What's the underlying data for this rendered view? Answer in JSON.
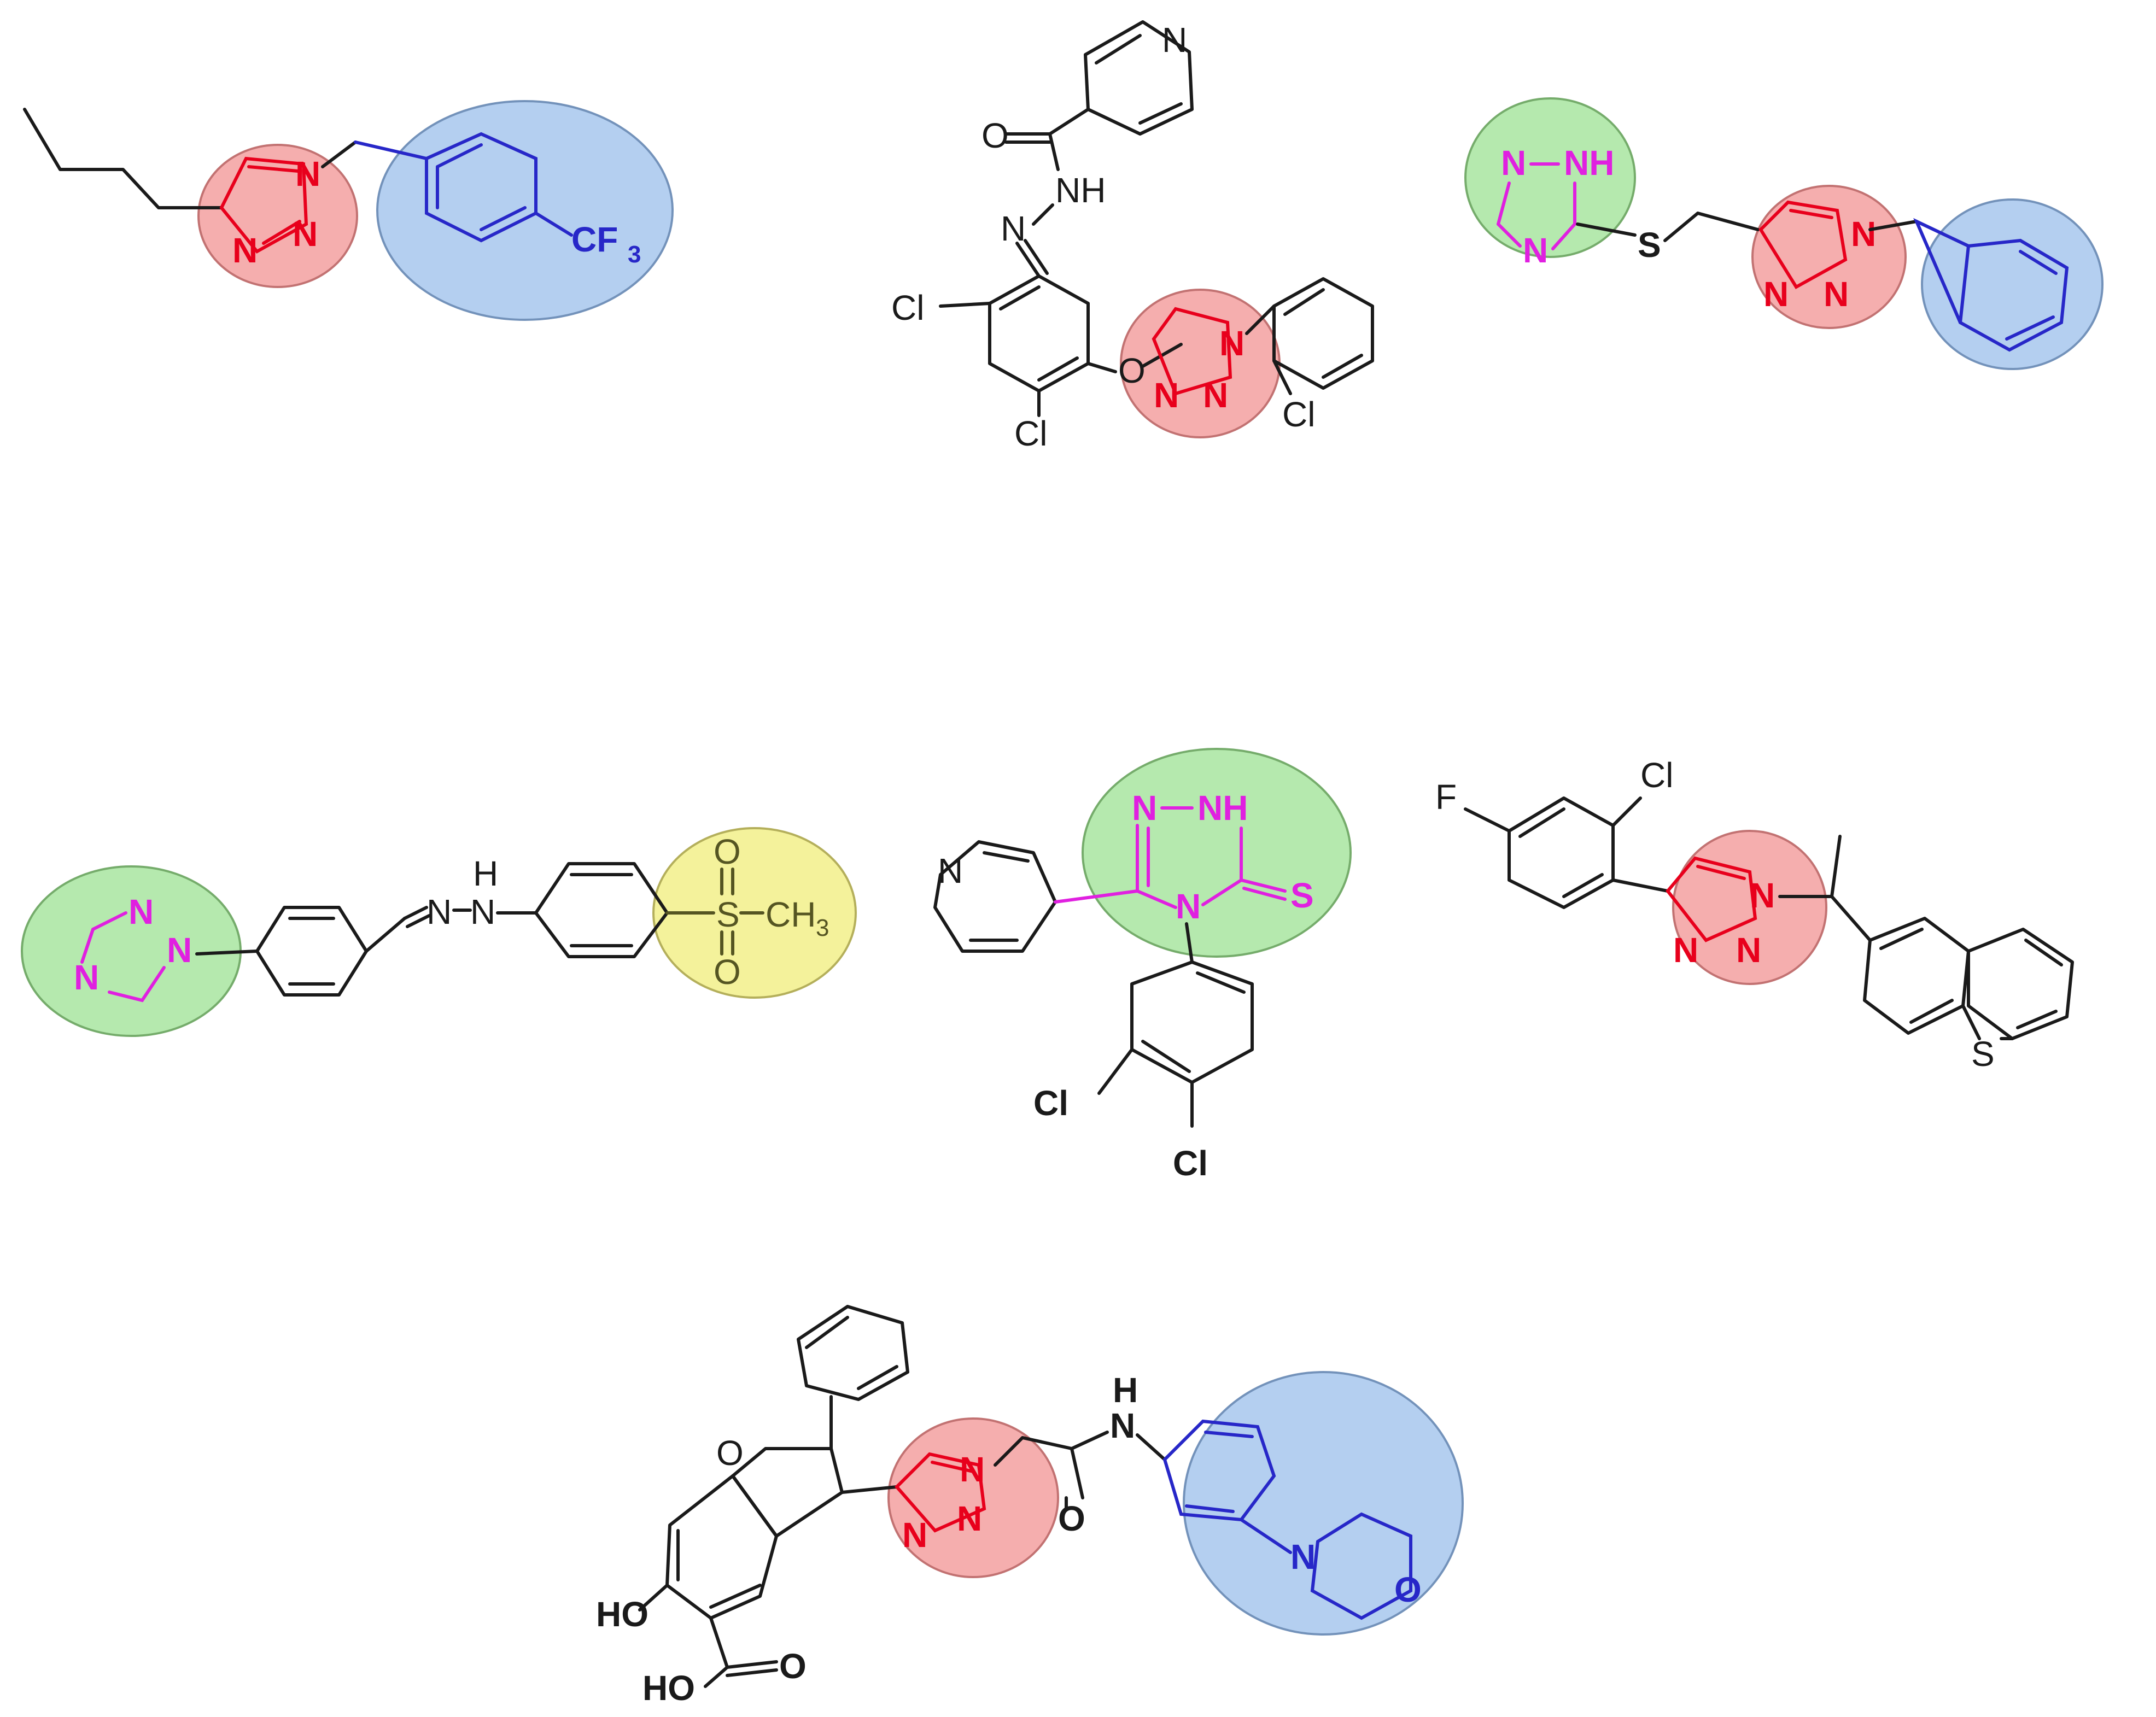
{
  "colors": {
    "bond": "#1a1a1a",
    "triazole_123": "#e8001c",
    "triazole_124": "#e020e0",
    "aryl_blue": "#2727c8",
    "sulfonyl": "#555522",
    "highlight_red": "#f4a0a0",
    "highlight_blue": "#a7c7ee",
    "highlight_green": "#a9e6a0",
    "highlight_yellow": "#f3f08a"
  },
  "molecules": [
    {
      "id": "m1",
      "labels": {
        "n1": "N",
        "n2": "N",
        "n3": "N",
        "cf3": "CF",
        "cf3_sub": "3"
      }
    },
    {
      "id": "m2",
      "labels": {
        "npy": "N",
        "o_carbonyl": "O",
        "nh": "NH",
        "n_imine": "N",
        "cl_a": "Cl",
        "cl_b": "Cl",
        "o_ether": "O",
        "n1": "N",
        "n2": "N",
        "n3": "N",
        "cl_c": "Cl"
      }
    },
    {
      "id": "m3",
      "labels": {
        "n_a": "N",
        "nh": "NH",
        "n_b": "N",
        "s": "S",
        "n1": "N",
        "n2": "N",
        "n3": "N"
      }
    },
    {
      "id": "m4",
      "labels": {
        "n_a": "N",
        "n_b": "N",
        "n_c": "N",
        "n_d": "N",
        "h": "H",
        "n_e": "N",
        "s": "S",
        "o_top": "O",
        "o_bot": "O",
        "ch3": "CH",
        "ch3_sub": "3"
      }
    },
    {
      "id": "m5",
      "labels": {
        "npy": "N",
        "n_a": "N",
        "nh": "NH",
        "n_b": "N",
        "s": "S",
        "cl_a": "Cl",
        "cl_b": "Cl"
      }
    },
    {
      "id": "m6",
      "labels": {
        "f": "F",
        "cl": "Cl",
        "n1": "N",
        "n2": "N",
        "n3": "N",
        "s": "S"
      }
    },
    {
      "id": "m7",
      "labels": {
        "o_furan": "O",
        "n1": "N",
        "n2": "N",
        "n3": "N",
        "nh": "N",
        "h": "H",
        "o_amide": "O",
        "n_morph": "N",
        "o_morph": "O",
        "ho1": "HO",
        "ho2": "HO",
        "o_acid": "O"
      }
    }
  ]
}
